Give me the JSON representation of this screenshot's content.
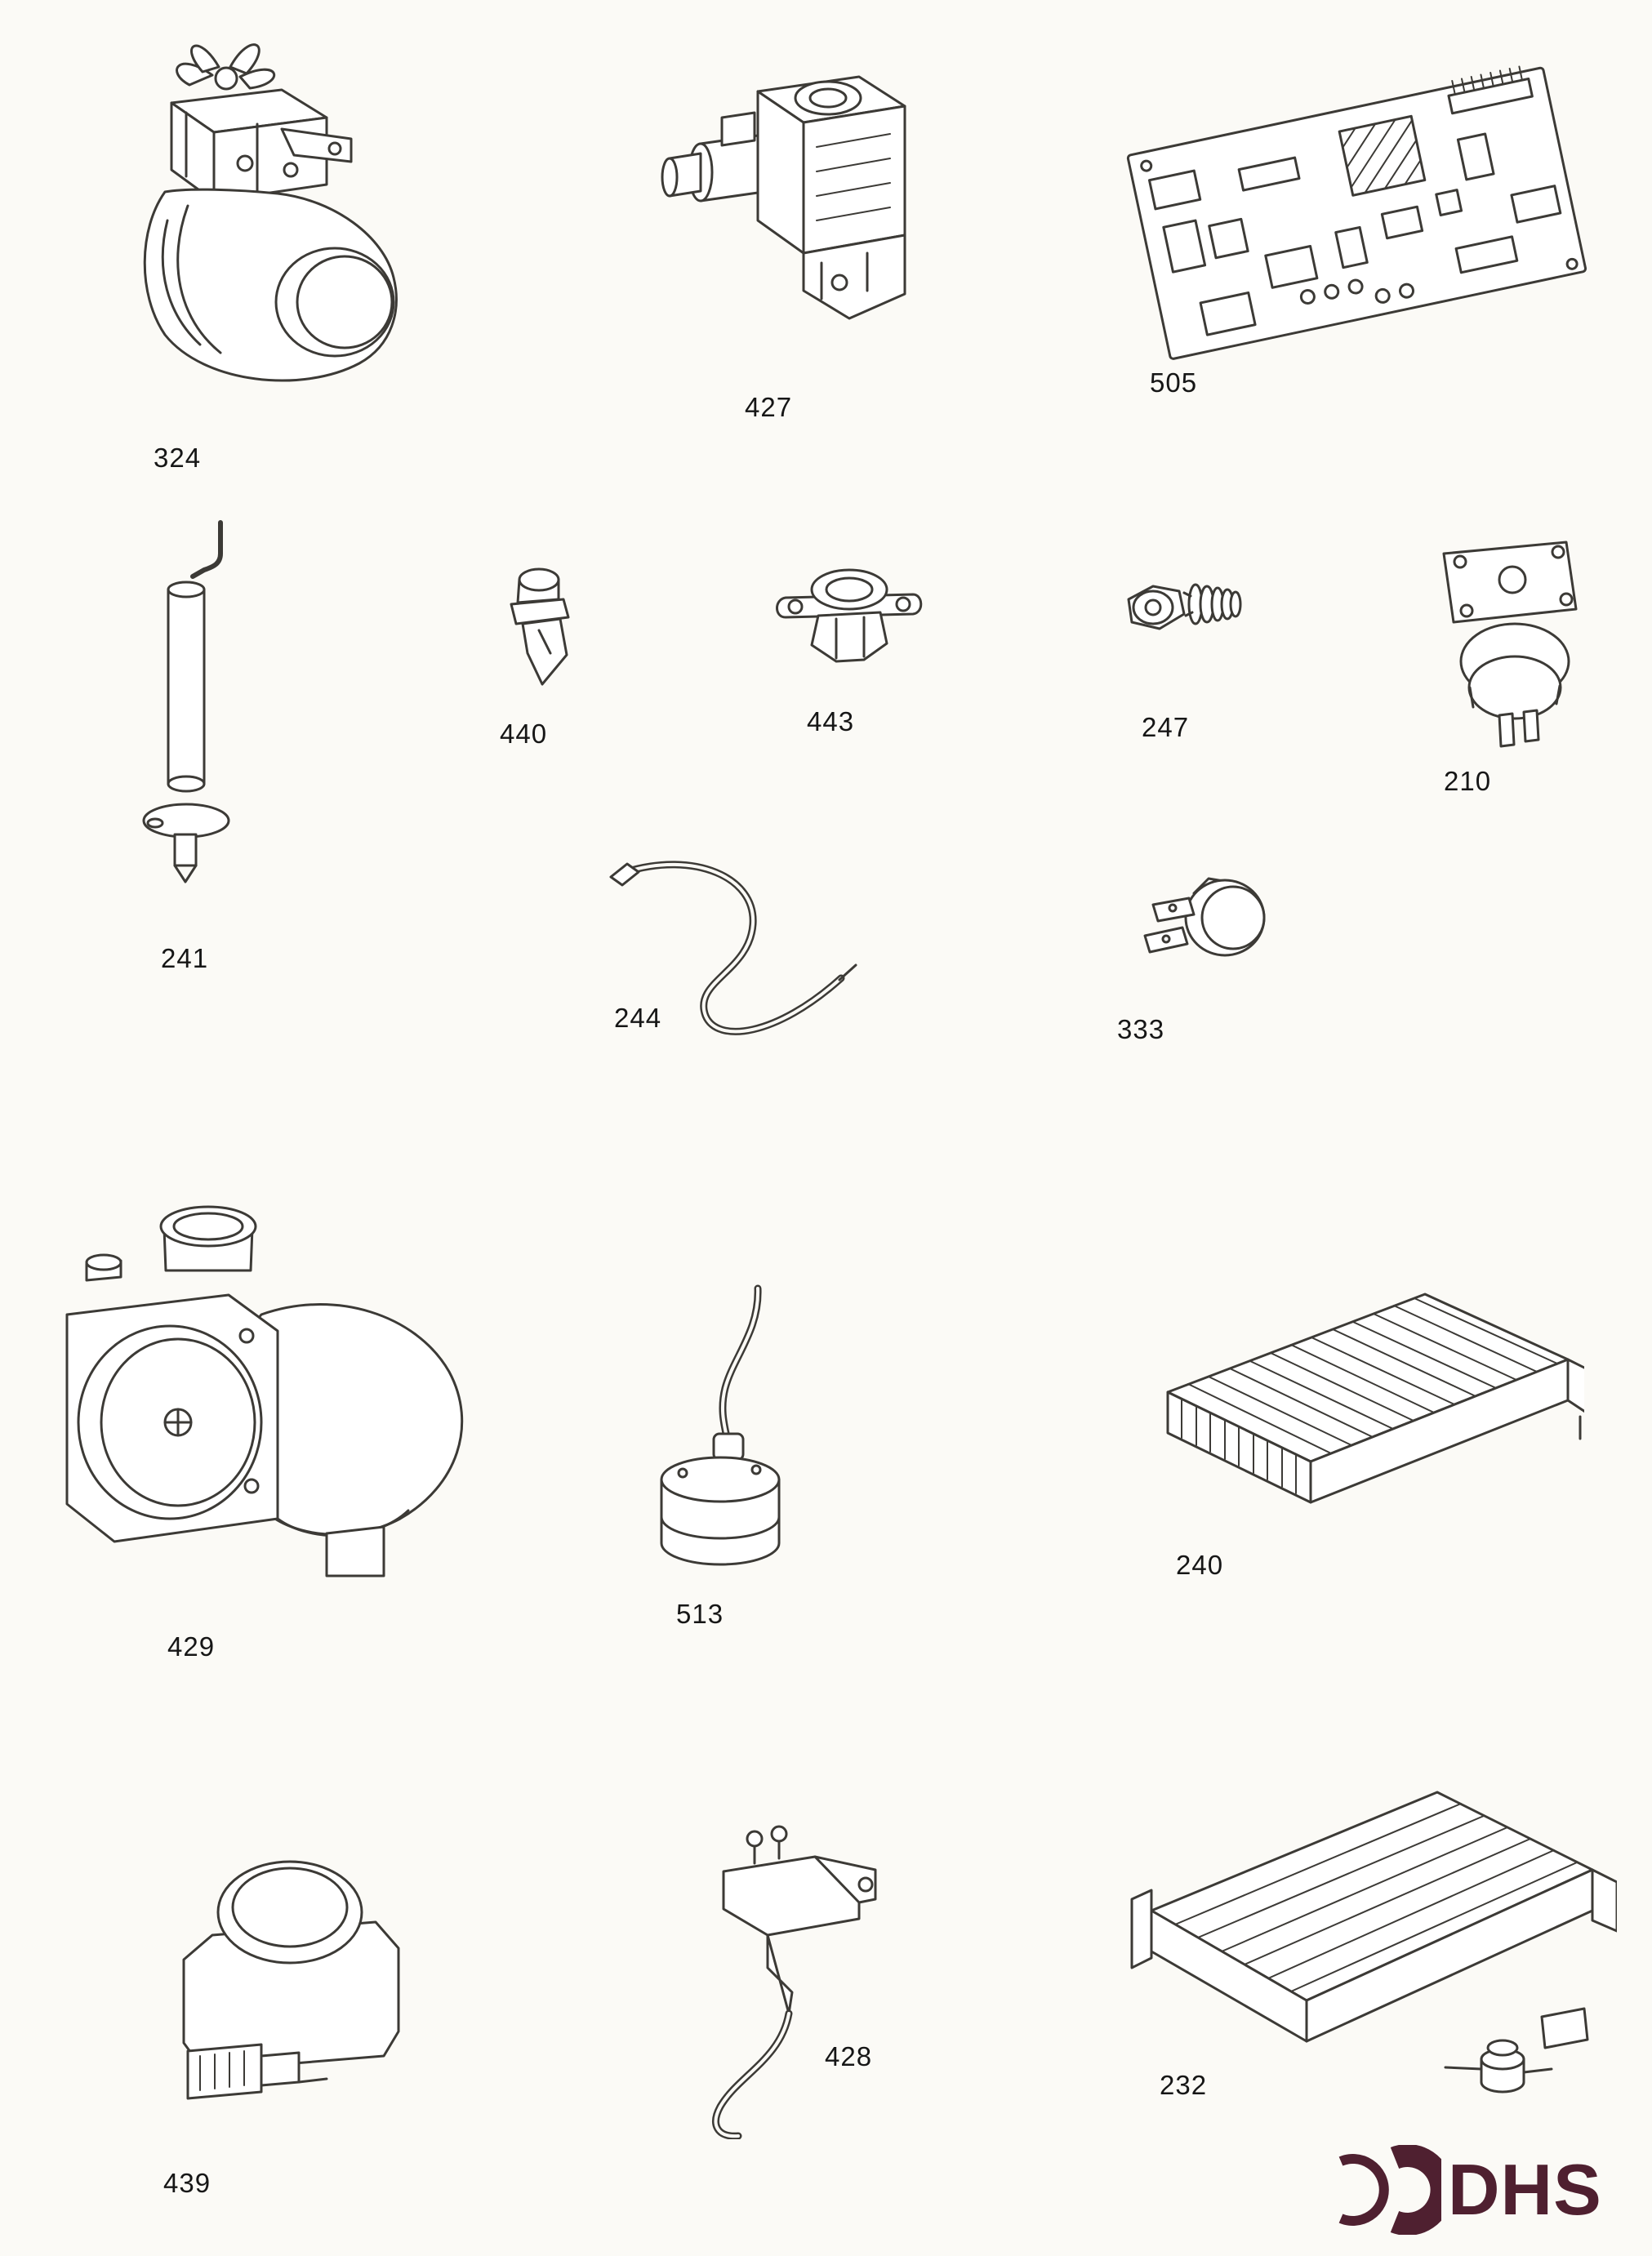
{
  "colors": {
    "paper": "#fbfaf6",
    "ink": "#3c3a36",
    "logo": "#4f2030"
  },
  "logo": {
    "text": "DHS"
  },
  "parts": [
    {
      "label": "324",
      "name": "fan-motor-assembly"
    },
    {
      "label": "427",
      "name": "gas-valve"
    },
    {
      "label": "505",
      "name": "printed-circuit-board"
    },
    {
      "label": "241",
      "name": "electrode"
    },
    {
      "label": "440",
      "name": "temperature-sensor"
    },
    {
      "label": "443",
      "name": "clip-on-thermostat"
    },
    {
      "label": "247",
      "name": "threaded-sensor-plug"
    },
    {
      "label": "210",
      "name": "air-pressure-switch"
    },
    {
      "label": "244",
      "name": "electrode-lead"
    },
    {
      "label": "333",
      "name": "overheat-thermostat"
    },
    {
      "label": "429",
      "name": "circulation-pump"
    },
    {
      "label": "513",
      "name": "sensor-with-cable"
    },
    {
      "label": "240",
      "name": "burner"
    },
    {
      "label": "439",
      "name": "fan"
    },
    {
      "label": "428",
      "name": "ignition-electrode"
    },
    {
      "label": "232",
      "name": "heat-exchanger"
    }
  ]
}
